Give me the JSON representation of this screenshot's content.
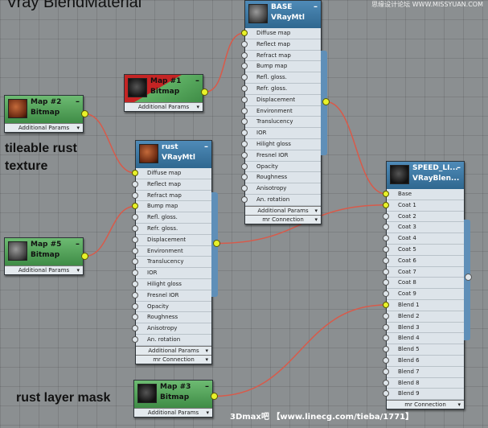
{
  "header": {
    "title": "Vray BlendMaterial",
    "corner_watermark": "思缘设计论坛 WWW.MISSYUAN.COM"
  },
  "annotations": {
    "tileable_line1": "tileable rust",
    "tileable_line2": "texture",
    "mask_label": "rust layer mask"
  },
  "footer": {
    "watermark": "3Dmax吧 【www.linecg.com/tieba/1771】"
  },
  "colors": {
    "wire": "#d85a4a",
    "connected_socket": "#e8f22a",
    "bitmap_node": "#5c9e62",
    "vray_header": "#2f678f"
  },
  "nodes": {
    "map2": {
      "title": "Map #2",
      "type": "Bitmap",
      "rollout": "Additional Params",
      "thumbnail": "rust-texture-thumbnail"
    },
    "map1": {
      "title": "Map #1",
      "type": "Bitmap",
      "rollout": "Additional Params",
      "thumbnail": "red-texture-thumbnail"
    },
    "map5": {
      "title": "Map #5",
      "type": "Bitmap",
      "rollout": "Additional Params",
      "thumbnail": "gray-texture-thumbnail"
    },
    "map3": {
      "title": "Map #3",
      "type": "Bitmap",
      "rollout": "Additional Params",
      "thumbnail": "mask-texture-thumbnail"
    },
    "base": {
      "title": "BASE",
      "type": "VRayMtl",
      "slots": [
        "Diffuse map",
        "Reflect map",
        "Refract map",
        "Bump map",
        "Refl. gloss.",
        "Refr. gloss.",
        "Displacement",
        "Environment",
        "Translucency",
        "IOR",
        "Hilight gloss",
        "Fresnel IOR",
        "Opacity",
        "Roughness",
        "Anisotropy",
        "An. rotation"
      ],
      "connected": [
        0
      ],
      "rollouts": [
        "Additional Params",
        "mr Connection"
      ]
    },
    "rust": {
      "title": "rust",
      "type": "VRayMtl",
      "slots": [
        "Diffuse map",
        "Reflect map",
        "Refract map",
        "Bump map",
        "Refl. gloss.",
        "Refr. gloss.",
        "Displacement",
        "Environment",
        "Translucency",
        "IOR",
        "Hilight gloss",
        "Fresnel IOR",
        "Opacity",
        "Roughness",
        "Anisotropy",
        "An. rotation"
      ],
      "connected": [
        0,
        3
      ],
      "rollouts": [
        "Additional Params",
        "mr Connection"
      ]
    },
    "speed": {
      "title": "SPEED_LI...",
      "type": "VRayBlen...",
      "slots": [
        "Base",
        "Coat 1",
        "Coat 2",
        "Coat 3",
        "Coat 4",
        "Coat 5",
        "Coat 6",
        "Coat 7",
        "Coat 8",
        "Coat 9",
        "Blend 1",
        "Blend 2",
        "Blend 3",
        "Blend 4",
        "Blend 5",
        "Blend 6",
        "Blend 7",
        "Blend 8",
        "Blend 9"
      ],
      "connected": [
        0,
        1,
        10
      ],
      "rollouts": [
        "mr Connection"
      ]
    }
  }
}
